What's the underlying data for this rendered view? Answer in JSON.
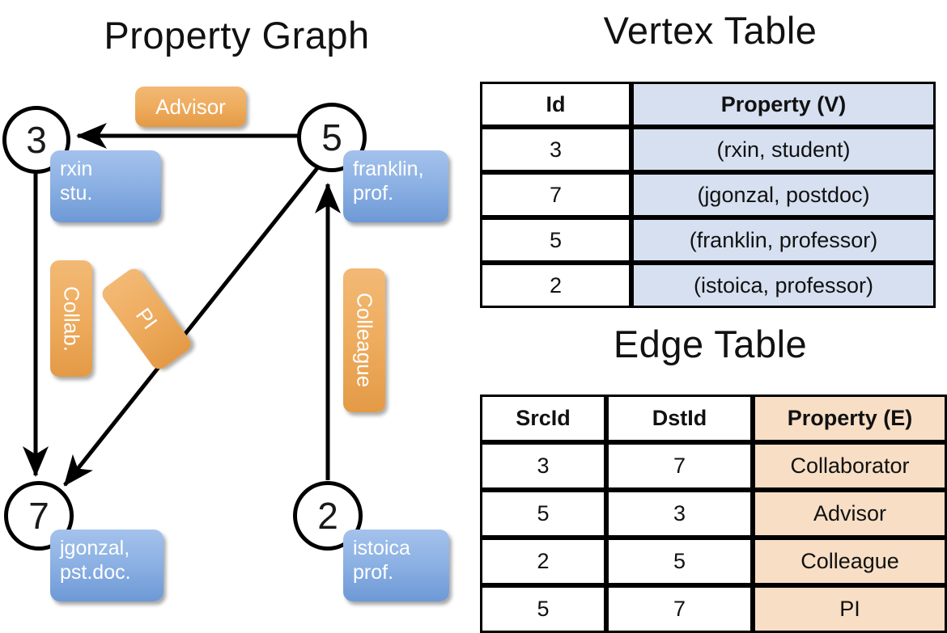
{
  "titles": {
    "property_graph": "Property Graph",
    "vertex_table": "Vertex Table",
    "edge_table": "Edge Table"
  },
  "graph": {
    "nodes": [
      {
        "id": "3",
        "label": "3",
        "property_lines": "rxin\nstu."
      },
      {
        "id": "5",
        "label": "5",
        "property_lines": "franklin,\nprof."
      },
      {
        "id": "7",
        "label": "7",
        "property_lines": "jgonzal,\npst.doc."
      },
      {
        "id": "2",
        "label": "2",
        "property_lines": "istoica\nprof."
      }
    ],
    "node_props": {
      "rxin_line1": "rxin",
      "rxin_line2": "stu.",
      "franklin_line1": "franklin,",
      "franklin_line2": "prof.",
      "jgonzal_line1": "jgonzal,",
      "jgonzal_line2": "pst.doc.",
      "istoica_line1": "istoica",
      "istoica_line2": "prof."
    },
    "edge_labels": {
      "advisor": "Advisor",
      "collab": "Collab.",
      "pi": "PI",
      "colleague": "Colleague"
    },
    "edges": [
      {
        "from": "5",
        "to": "3",
        "label": "Advisor"
      },
      {
        "from": "3",
        "to": "7",
        "label": "Collab."
      },
      {
        "from": "5",
        "to": "7",
        "label": "PI"
      },
      {
        "from": "2",
        "to": "5",
        "label": "Colleague"
      }
    ]
  },
  "vertex_table": {
    "headers": [
      "Id",
      "Property (V)"
    ],
    "rows": [
      [
        "3",
        "(rxin, student)"
      ],
      [
        "7",
        "(jgonzal, postdoc)"
      ],
      [
        "5",
        "(franklin, professor)"
      ],
      [
        "2",
        "(istoica, professor)"
      ]
    ]
  },
  "edge_table": {
    "headers": [
      "SrcId",
      "DstId",
      "Property (E)"
    ],
    "rows": [
      [
        "3",
        "7",
        "Collaborator"
      ],
      [
        "5",
        "3",
        "Advisor"
      ],
      [
        "2",
        "5",
        "Colleague"
      ],
      [
        "5",
        "7",
        "PI"
      ]
    ]
  },
  "colors": {
    "vertex_fill": "#d6e0f0",
    "edge_fill": "#f7dec5",
    "node_box_blue": "#8db2e4",
    "edge_label_orange": "#eeac5e",
    "stroke": "#000000",
    "background": "#ffffff"
  }
}
